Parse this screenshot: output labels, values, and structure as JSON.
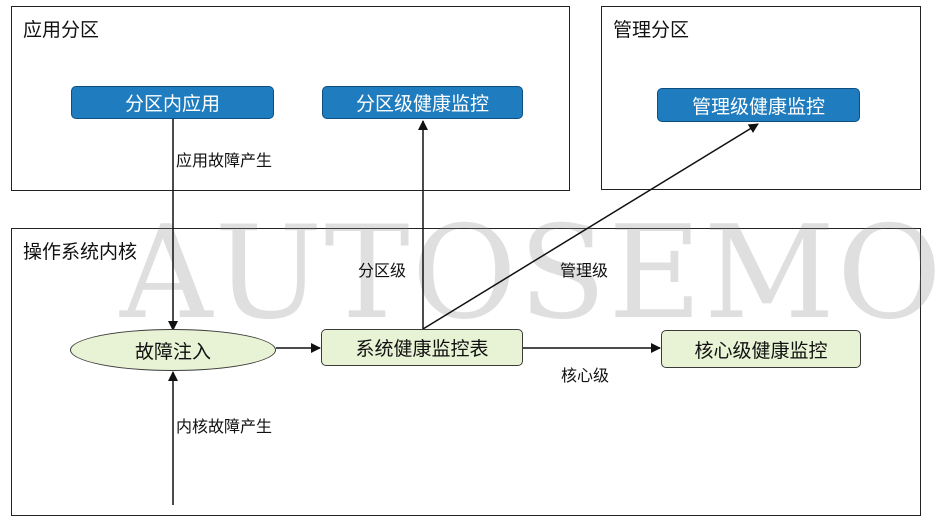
{
  "regions": {
    "app": "应用分区",
    "mgmt": "管理分区",
    "kernel": "操作系统内核"
  },
  "nodes": {
    "app_in_partition": "分区内应用",
    "partition_monitor": "分区级健康监控",
    "mgmt_monitor": "管理级健康监控",
    "fault_injection": "故障注入",
    "health_table": "系统健康监控表",
    "core_monitor": "核心级健康监控"
  },
  "edge_labels": {
    "app_fault": "应用故障产生",
    "kernel_fault": "内核故障产生",
    "partition_level": "分区级",
    "mgmt_level": "管理级",
    "core_level": "核心级"
  },
  "watermark": "AUTOSEMO",
  "colors": {
    "blue_node": "#1f7dbf",
    "green_node": "#e8f2d4"
  }
}
